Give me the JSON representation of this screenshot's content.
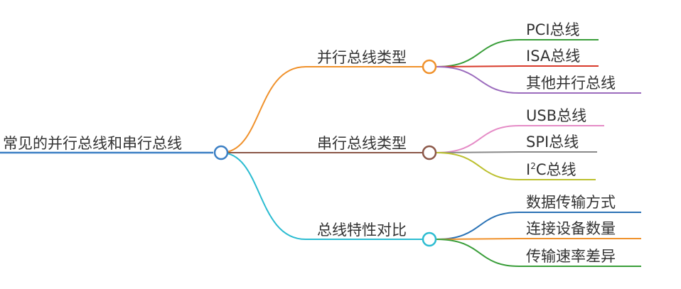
{
  "root": {
    "label": "常见的并行总线和串行总线",
    "color": "#3b7fc4"
  },
  "branches": [
    {
      "label": "并行总线类型",
      "color": "#f0912b",
      "children": [
        {
          "label": "PCI总线",
          "color": "#3a9e3a"
        },
        {
          "label": "ISA总线",
          "color": "#d83a2a"
        },
        {
          "label": "其他并行总线",
          "color": "#9b6bbd"
        }
      ]
    },
    {
      "label": "串行总线类型",
      "color": "#8b5748",
      "children": [
        {
          "label": "USB总线",
          "color": "#e58bc6"
        },
        {
          "label": "SPI总线",
          "color": "#8a8a8a"
        },
        {
          "label_main": "I",
          "label_sup": "2",
          "label_rest": "C总线",
          "color": "#bcc02e"
        }
      ]
    },
    {
      "label": "总线特性对比",
      "color": "#2bbcd1",
      "children": [
        {
          "label": "数据传输方式",
          "color": "#2a72b5"
        },
        {
          "label": "连接设备数量",
          "color": "#f0912b"
        },
        {
          "label": "传输速率差异",
          "color": "#3a9e3a"
        }
      ]
    }
  ]
}
